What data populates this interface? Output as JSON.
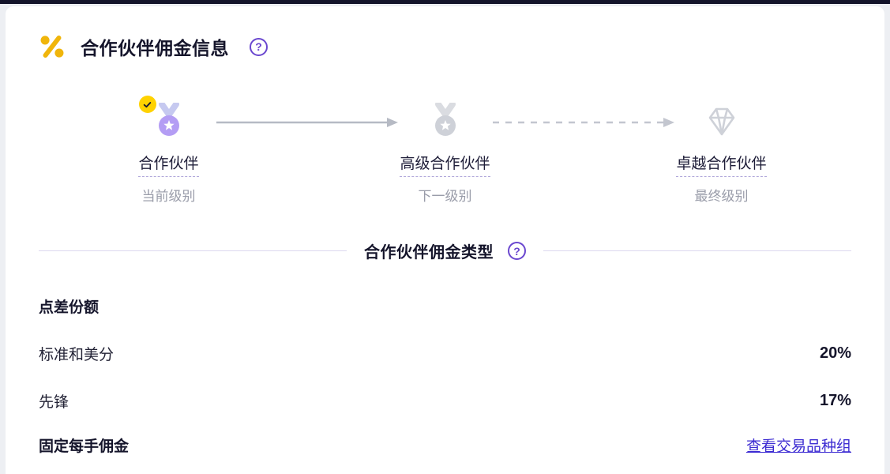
{
  "header": {
    "title": "合作伙伴佣金信息",
    "help_icon": "?"
  },
  "tiers": [
    {
      "name": "合作伙伴",
      "status": "当前级别",
      "icon": "medal",
      "active": true
    },
    {
      "name": "高级合作伙伴",
      "status": "下一级别",
      "icon": "medal",
      "active": false
    },
    {
      "name": "卓越合作伙伴",
      "status": "最终级别",
      "icon": "diamond",
      "active": false
    }
  ],
  "commission_type": {
    "title": "合作伙伴佣金类型",
    "help_icon": "?"
  },
  "spread_share": {
    "heading": "点差份额",
    "rows": [
      {
        "label": "标准和美分",
        "value": "20%"
      },
      {
        "label": "先锋",
        "value": "17%"
      }
    ]
  },
  "fixed_commission": {
    "label": "固定每手佣金",
    "link_label": "查看交易品种组"
  },
  "colors": {
    "accent_purple": "#6a47cf",
    "link_purple": "#3c2bd2",
    "gold": "#f0b50b",
    "active_medal": "#b49df4",
    "inactive_gray": "#ced1d8",
    "arrow_gray": "#b6bac4"
  }
}
